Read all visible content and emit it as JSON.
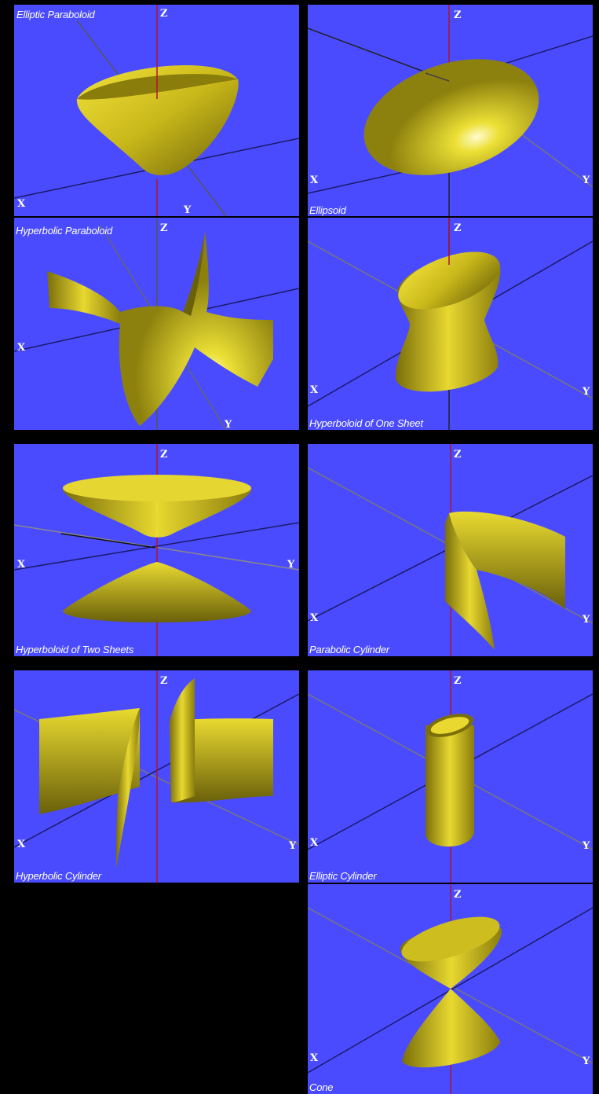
{
  "colors": {
    "background": "#4a4bff",
    "surface": "#d9c81e",
    "z_axis": "#b0142a",
    "page": "#000000"
  },
  "axis_labels": {
    "x": "X",
    "y": "Y",
    "z": "Z"
  },
  "panels": [
    {
      "title": "Elliptic Paraboloid"
    },
    {
      "title": "Ellipsoid"
    },
    {
      "title": "Hyperbolic Paraboloid"
    },
    {
      "title": "Hyperboloid of One Sheet"
    },
    {
      "title": "Hyperboloid of Two Sheets"
    },
    {
      "title": "Parabolic Cylinder"
    },
    {
      "title": "Hyperbolic Cylinder"
    },
    {
      "title": "Elliptic Cylinder"
    },
    {
      "title": "Cone"
    }
  ]
}
